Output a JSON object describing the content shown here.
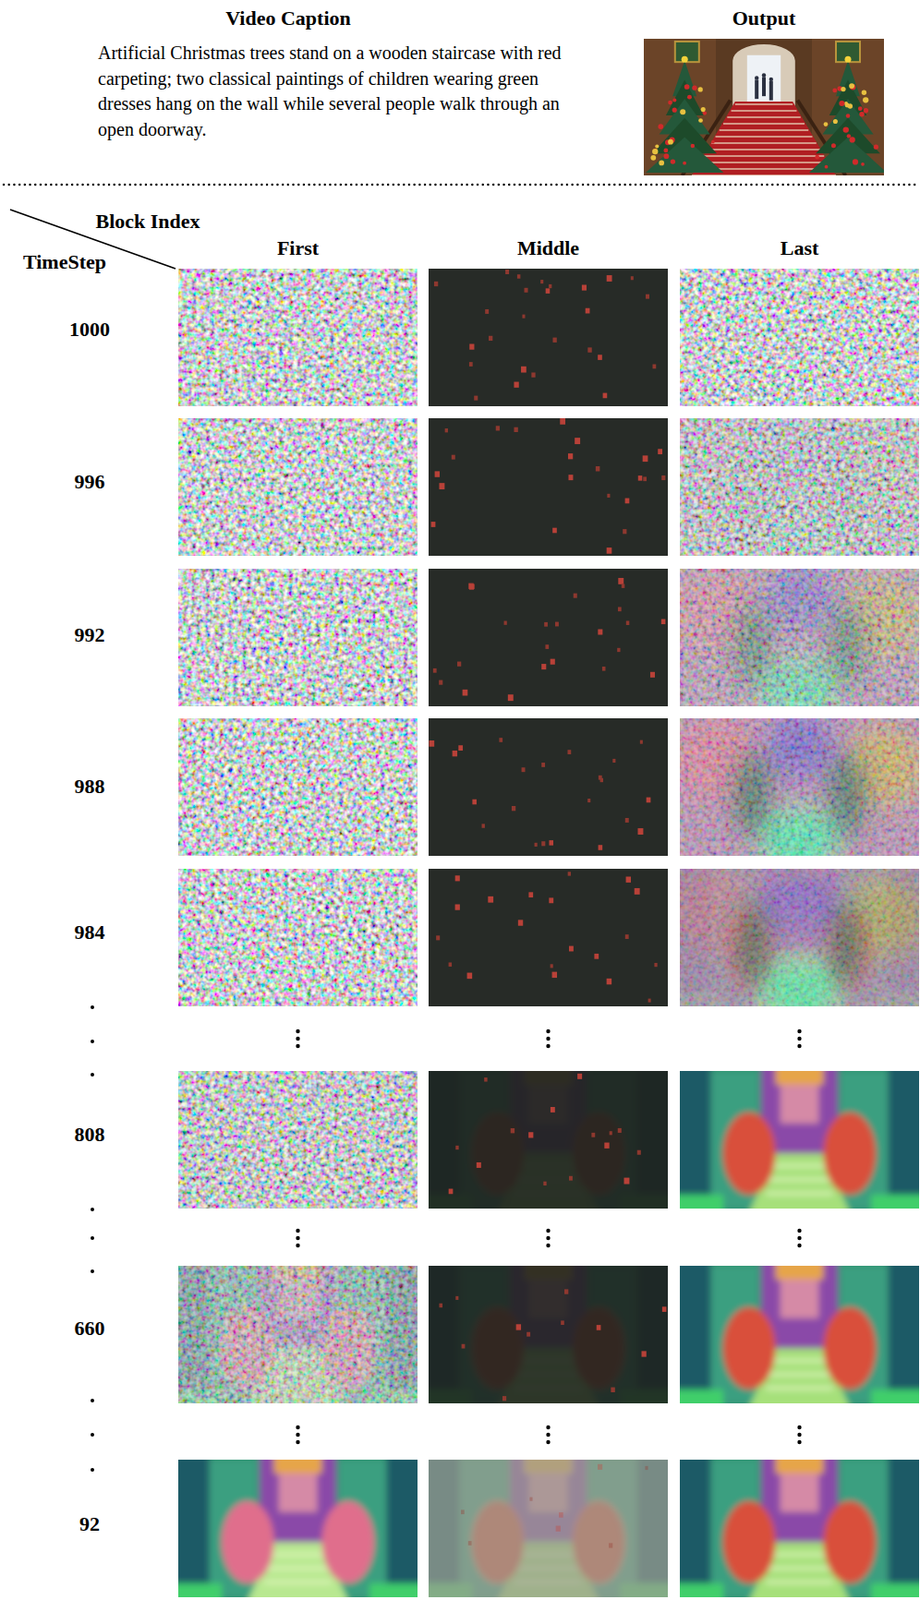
{
  "diagram": {
    "labels": [
      "Video Caption",
      "Artificial Christmas trees stand on a wooden staircase with red carpeting; two classical paintings of children wearing green dresses hang on the wall while several people walk through an open doorway.",
      "Output",
      "Block Index",
      "TimeStep",
      "First",
      "Middle",
      "Last",
      "1000",
      "996",
      "992",
      "988",
      "984",
      "808",
      "660",
      "92"
    ]
  }
}
